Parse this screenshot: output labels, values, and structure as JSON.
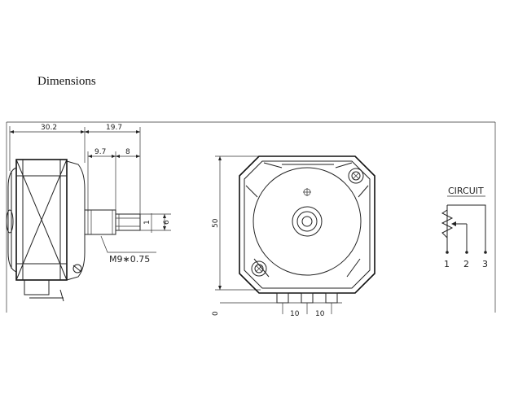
{
  "heading": "Dimensions",
  "side_view": {
    "dim_total_left": "30.2",
    "dim_shaft_total": "19.7",
    "dim_bushing": "9.7",
    "dim_shaft_tip": "8",
    "dim_shaft_dia": "6",
    "dim_flat": "1",
    "thread_label": "M9∗0.75"
  },
  "front_view": {
    "dim_height": "50",
    "dim_terminal_left": "10",
    "dim_terminal_right": "10",
    "dim_cut": "0"
  },
  "circuit": {
    "title": "CIRCUIT",
    "pins": [
      "1",
      "2",
      "3"
    ]
  }
}
